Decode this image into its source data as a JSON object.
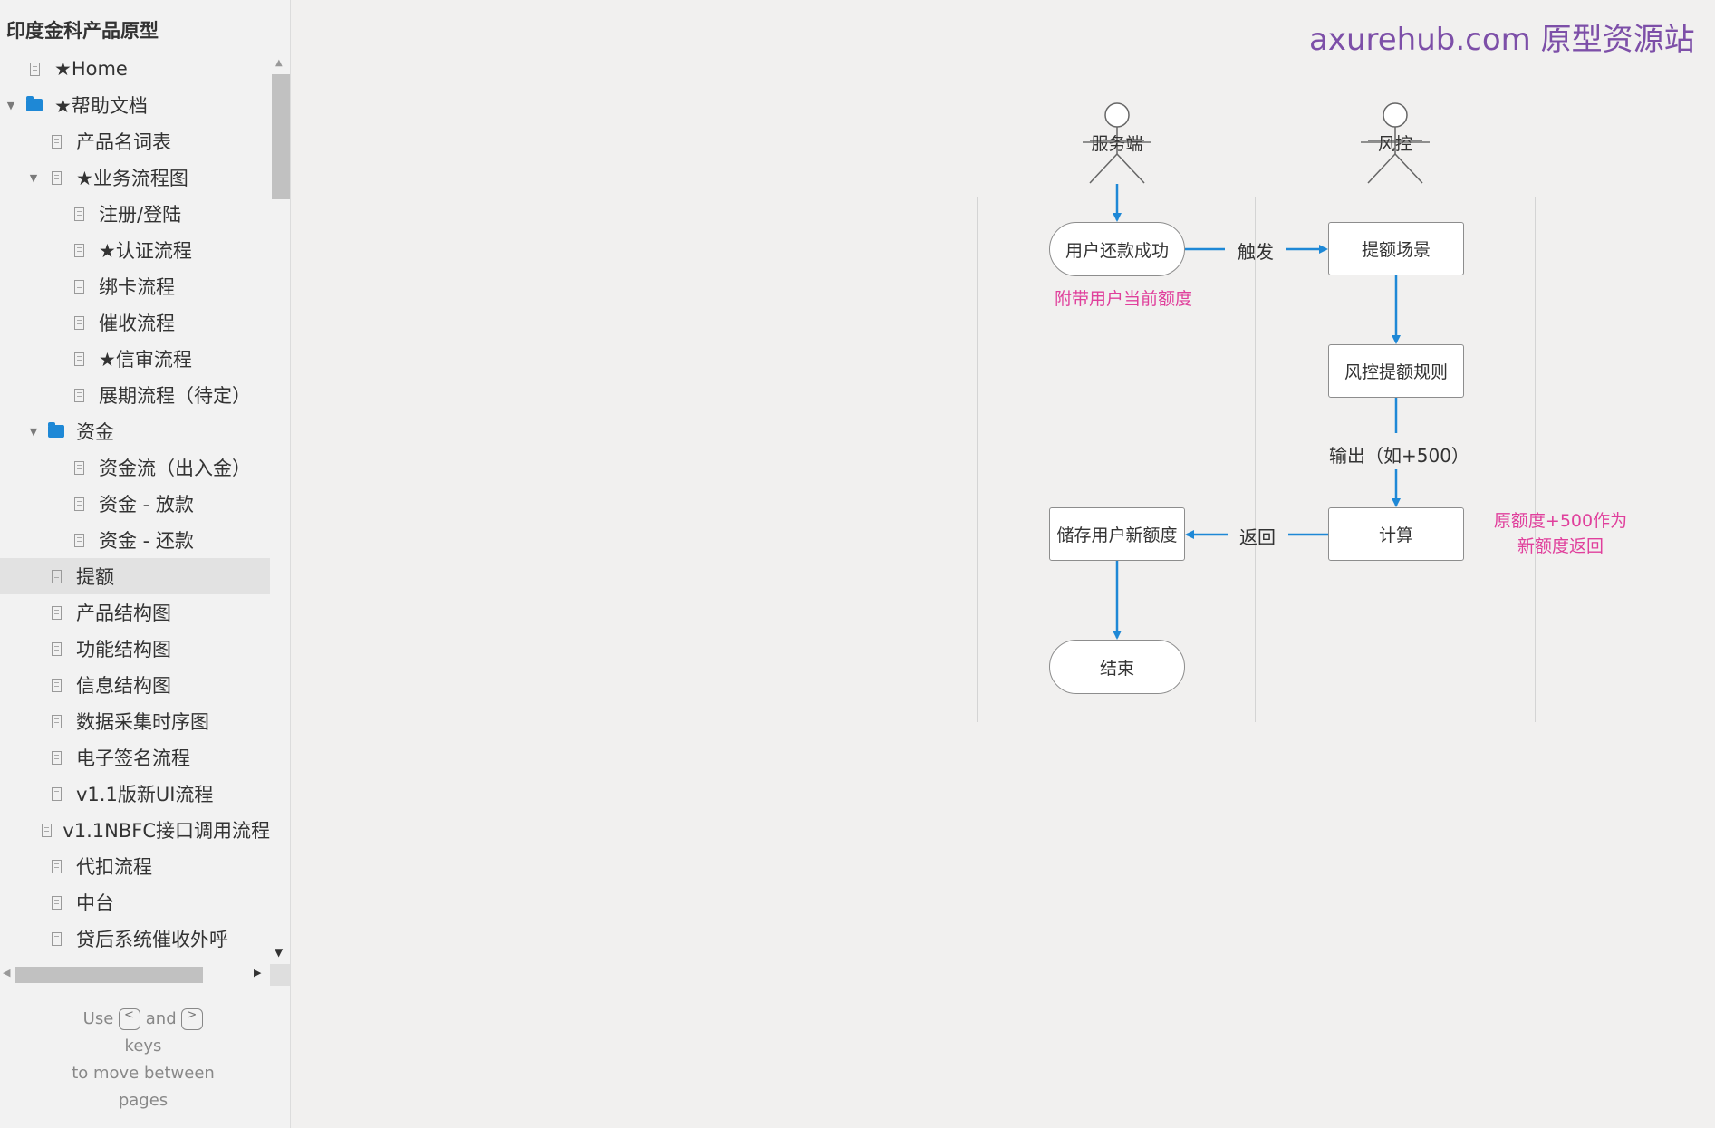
{
  "sidebar": {
    "project_title": "印度金科产品原型",
    "items": [
      {
        "label": "★Home",
        "type": "page",
        "level": 0
      },
      {
        "label": "★帮助文档",
        "type": "folder",
        "level": 0,
        "expanded": true
      },
      {
        "label": "产品名词表",
        "type": "page",
        "level": 1
      },
      {
        "label": "★业务流程图",
        "type": "page",
        "level": 1,
        "expanded": true
      },
      {
        "label": "注册/登陆",
        "type": "page",
        "level": 2
      },
      {
        "label": "★认证流程",
        "type": "page",
        "level": 2
      },
      {
        "label": "绑卡流程",
        "type": "page",
        "level": 2
      },
      {
        "label": "催收流程",
        "type": "page",
        "level": 2
      },
      {
        "label": "★信审流程",
        "type": "page",
        "level": 2
      },
      {
        "label": "展期流程（待定）",
        "type": "page",
        "level": 2
      },
      {
        "label": "资金",
        "type": "folder",
        "level": 1,
        "expanded": true
      },
      {
        "label": "资金流（出入金）",
        "type": "page",
        "level": 2
      },
      {
        "label": "资金 - 放款",
        "type": "page",
        "level": 2
      },
      {
        "label": "资金 - 还款",
        "type": "page",
        "level": 2
      },
      {
        "label": "提额",
        "type": "page",
        "level": 1,
        "selected": true
      },
      {
        "label": "产品结构图",
        "type": "page",
        "level": 1
      },
      {
        "label": "功能结构图",
        "type": "page",
        "level": 1
      },
      {
        "label": "信息结构图",
        "type": "page",
        "level": 1
      },
      {
        "label": "数据采集时序图",
        "type": "page",
        "level": 1
      },
      {
        "label": "电子签名流程",
        "type": "page",
        "level": 1
      },
      {
        "label": "v1.1版新UI流程",
        "type": "page",
        "level": 1
      },
      {
        "label": "v1.1NBFC接口调用流程",
        "type": "page",
        "level": 1
      },
      {
        "label": "代扣流程",
        "type": "page",
        "level": 1
      },
      {
        "label": "中台",
        "type": "page",
        "level": 1
      },
      {
        "label": "贷后系统催收外呼",
        "type": "page",
        "level": 1
      }
    ],
    "hint": {
      "use": "Use",
      "key_prev": "<",
      "and": "and",
      "key_next": ">",
      "keys": "keys",
      "line2": "to move between",
      "line3": "pages"
    }
  },
  "canvas": {
    "watermark": "axurehub.com 原型资源站",
    "actors": {
      "server": "服务端",
      "risk": "风控"
    },
    "nodes": {
      "repay_success": "用户还款成功",
      "raise_scene": "提额场景",
      "risk_rule": "风控提额规则",
      "calculate": "计算",
      "store_new": "储存用户新额度",
      "end": "结束"
    },
    "labels": {
      "trigger": "触发",
      "output": "输出（如+500）",
      "return": "返回"
    },
    "notes": {
      "with_amount": "附带用户当前额度",
      "new_amount_line1": "原额度+500作为",
      "new_amount_line2": "新额度返回"
    },
    "colors": {
      "arrow": "#1e88d6",
      "note": "#e0409c",
      "watermark": "#7d4fa8"
    }
  }
}
